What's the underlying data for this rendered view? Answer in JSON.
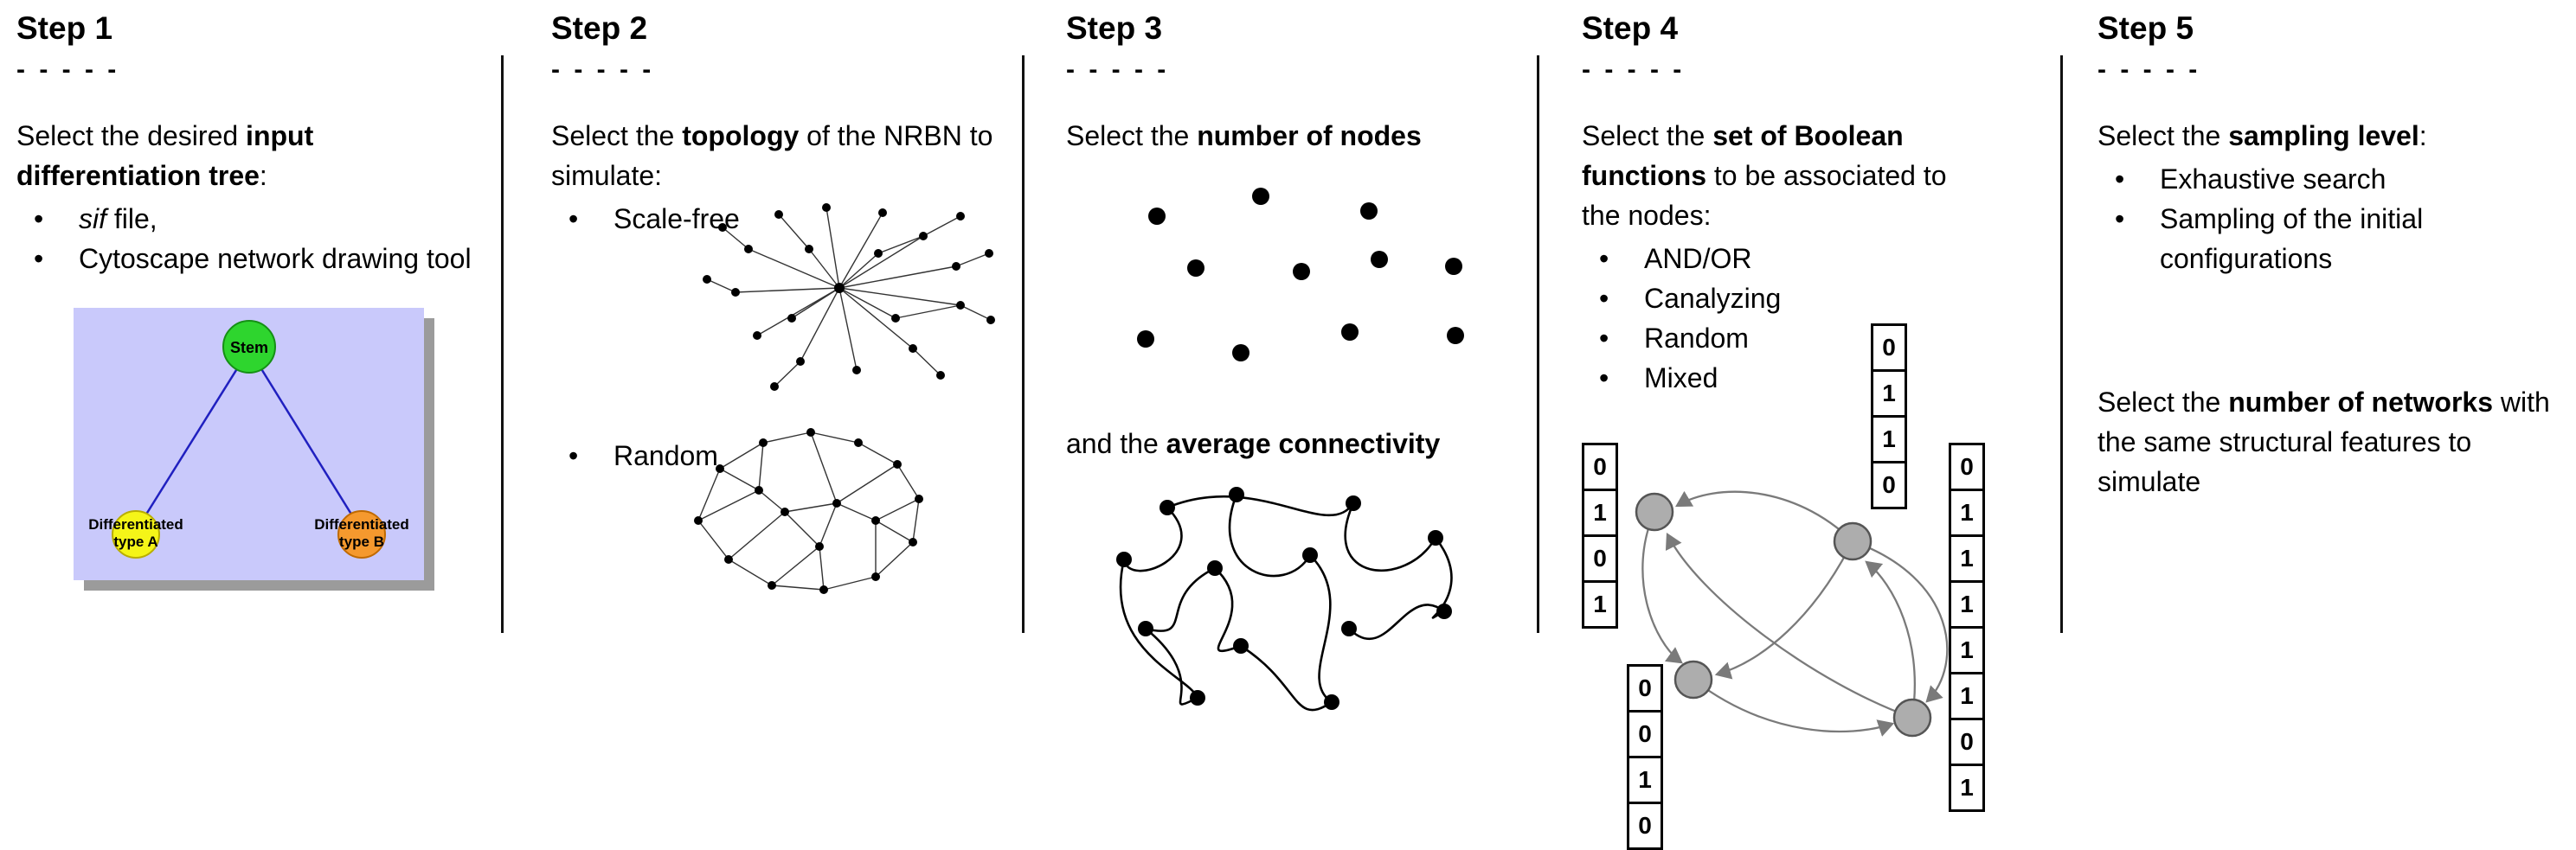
{
  "steps": [
    {
      "title": "Step 1",
      "dashes": "- - - - -",
      "intro": {
        "pre": "Select the desired ",
        "bold": "input differentiation tree",
        "post": ":"
      },
      "bullets": [
        {
          "italic": "sif",
          "rest": " file,"
        },
        {
          "text": "Cytoscape network drawing tool"
        }
      ],
      "tree": {
        "root": "Stem",
        "leaf_a_line1": "Differentiated",
        "leaf_a_line2": "type A",
        "leaf_b_line1": "Differentiated",
        "leaf_b_line2": "type B"
      }
    },
    {
      "title": "Step 2",
      "dashes": "- - - - -",
      "intro": {
        "pre": "Select the ",
        "bold": "topology",
        "post": " of the NRBN to simulate:"
      },
      "bullets": [
        {
          "text": "Scale-free"
        },
        {
          "text": "Random"
        }
      ]
    },
    {
      "title": "Step 3",
      "dashes": "- - - - -",
      "intro": {
        "pre": "Select the ",
        "bold": "number of nodes",
        "post": ""
      },
      "connectivity": {
        "pre": "and the ",
        "bold": "average connectivity",
        "post": ""
      }
    },
    {
      "title": "Step 4",
      "dashes": "- - - - -",
      "intro": {
        "pre": "Select the ",
        "bold": "set of Boolean functions",
        "post": " to be associated to the nodes:"
      },
      "bullets": [
        {
          "text": "AND/OR"
        },
        {
          "text": "Canalyzing"
        },
        {
          "text": "Random"
        },
        {
          "text": "Mixed"
        }
      ],
      "tables": {
        "left": [
          "0",
          "1",
          "0",
          "1"
        ],
        "top": [
          "0",
          "1",
          "1",
          "0"
        ],
        "bottom": [
          "0",
          "0",
          "1",
          "0"
        ],
        "right": [
          "0",
          "1",
          "1",
          "1",
          "1",
          "1",
          "0",
          "1"
        ]
      }
    },
    {
      "title": "Step 5",
      "dashes": "- - - - -",
      "intro": {
        "pre": "Select the ",
        "bold": "sampling level",
        "post": ":"
      },
      "bullets": [
        {
          "text": "Exhaustive search"
        },
        {
          "text": "Sampling of the initial configurations"
        }
      ],
      "networks": {
        "pre": "Select the ",
        "bold": "number of networks",
        "post": " with the same structural features to simulate"
      }
    }
  ],
  "colors": {
    "tree_bg": "#c9c9fb",
    "tree_shadow": "#9b9b9b",
    "edge_blue": "#2020c0",
    "stem": "#2ed52e",
    "type_a": "#f5f518",
    "type_b": "#f5992e",
    "node_gray": "#adadad"
  }
}
